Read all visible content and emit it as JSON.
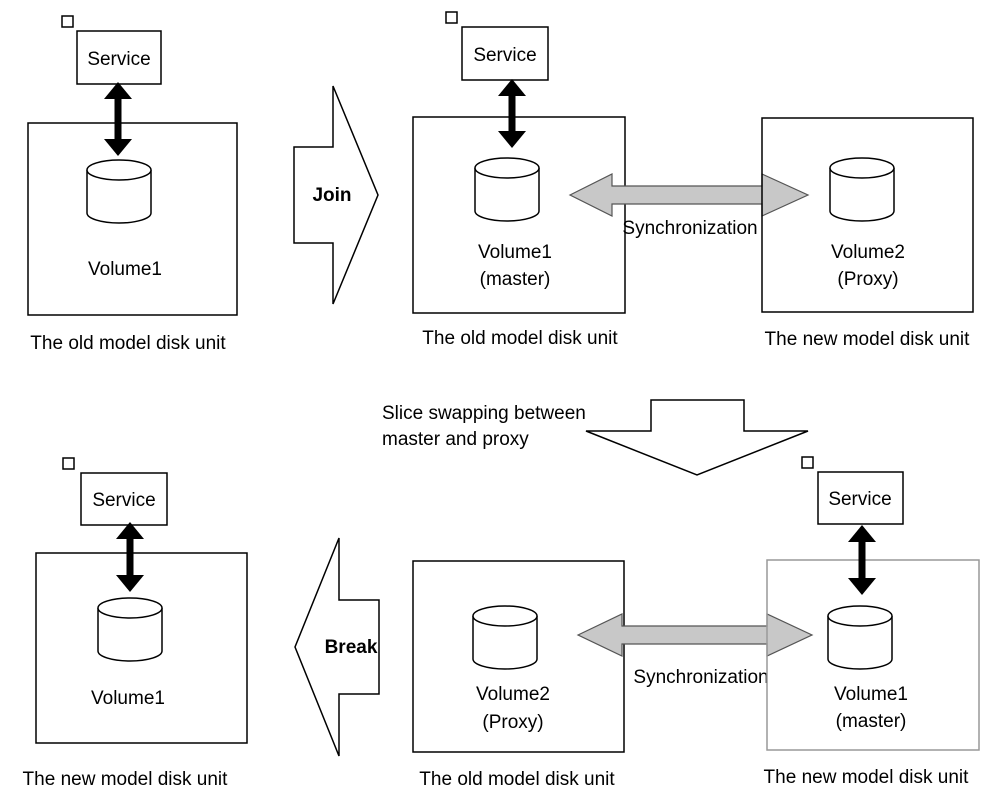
{
  "colors": {
    "line": "#000000",
    "sync_arrow_fill": "#c8c8c8",
    "background": "#ffffff"
  },
  "panels": {
    "top_left": {
      "service": "Service",
      "volume": "Volume1",
      "caption": "The old model disk unit"
    },
    "top_middle": {
      "service": "Service",
      "volume": "Volume1",
      "volume_role": "(master)",
      "caption": "The old model disk unit"
    },
    "top_right": {
      "volume": "Volume2",
      "volume_role": "(Proxy)",
      "caption": "The new model disk unit"
    },
    "bottom_left": {
      "service": "Service",
      "volume": "Volume1",
      "caption": "The new model disk unit"
    },
    "bottom_middle": {
      "volume": "Volume2",
      "volume_role": "(Proxy)",
      "caption": "The old model disk unit"
    },
    "bottom_right": {
      "service": "Service",
      "volume": "Volume1",
      "volume_role": "(master)",
      "caption": "The new model disk unit"
    }
  },
  "flow_arrows": {
    "join": "Join",
    "break": "Break",
    "swap_line1": "Slice swapping between",
    "swap_line2": "master and proxy"
  },
  "sync": {
    "top_label": "Synchronization",
    "bottom_label": "Synchronization"
  },
  "icons": [
    "cylinder-icon",
    "double-arrow-icon",
    "block-arrow-icon",
    "small-square-icon"
  ]
}
